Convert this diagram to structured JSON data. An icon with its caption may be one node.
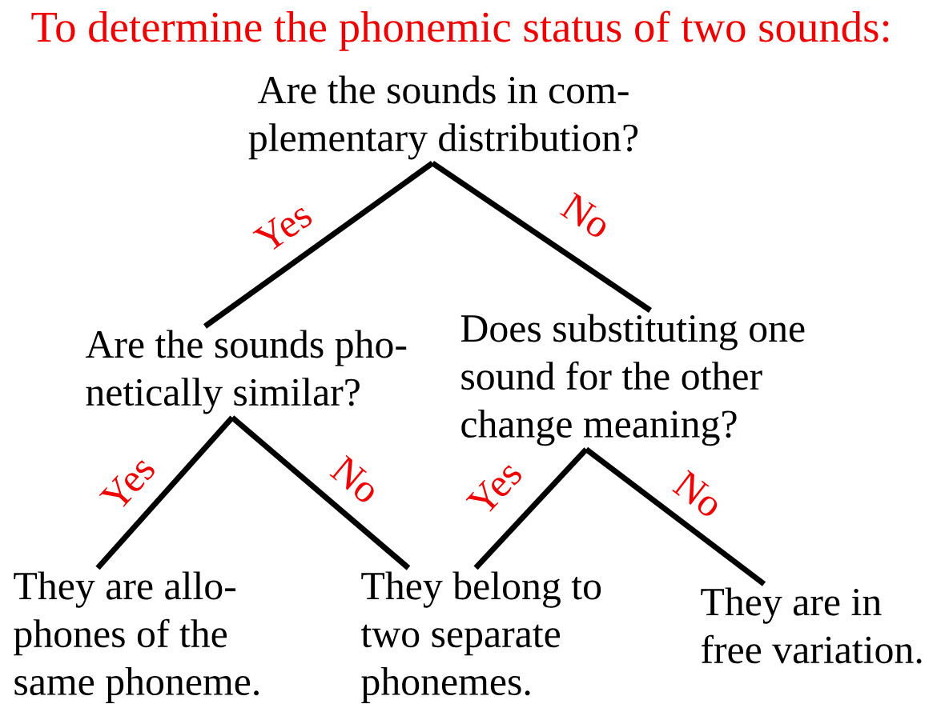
{
  "diagram": {
    "title": "To determine the phonemic status of two sounds:",
    "nodes": [
      {
        "text": [
          "Are the sounds in com- plementary distribution?"
        ]
      },
      {
        "text": [
          "Are the sounds pho- netically similar?"
        ]
      },
      {
        "text": [
          "Does substituting one sound for the other change meaning?"
        ]
      },
      {
        "text": [
          "They are allo- phones of the same phoneme."
        ]
      },
      {
        "text": [
          "They belong to two separate phonemes."
        ]
      },
      {
        "text": [
          "They are in free variation."
        ]
      }
    ],
    "edges": [
      {
        "from": 0,
        "to": 1,
        "arrow": "none",
        "label": "Yes"
      },
      {
        "from": 0,
        "to": 2,
        "arrow": "none",
        "label": "No"
      },
      {
        "from": 1,
        "to": 3,
        "arrow": "none",
        "label": "Yes"
      },
      {
        "from": 1,
        "to": 4,
        "arrow": "none",
        "label": "No"
      },
      {
        "from": 2,
        "to": 4,
        "arrow": "none",
        "label": "Yes"
      },
      {
        "from": 2,
        "to": 5,
        "arrow": "none",
        "label": "No"
      }
    ]
  }
}
